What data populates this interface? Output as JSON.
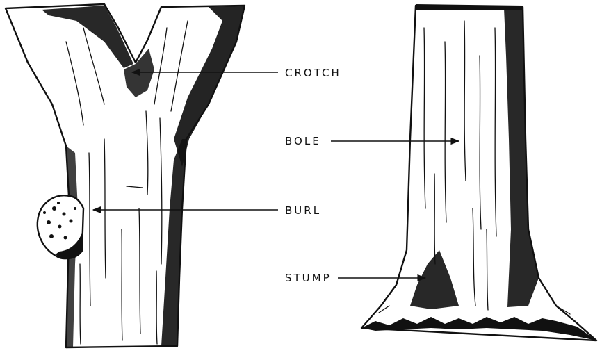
{
  "labels": {
    "crotch": "CROTCH",
    "bole": "BOLE",
    "burl": "BURL",
    "stump": "STUMP"
  },
  "colors": {
    "ink": "#111111",
    "paper": "#ffffff"
  }
}
